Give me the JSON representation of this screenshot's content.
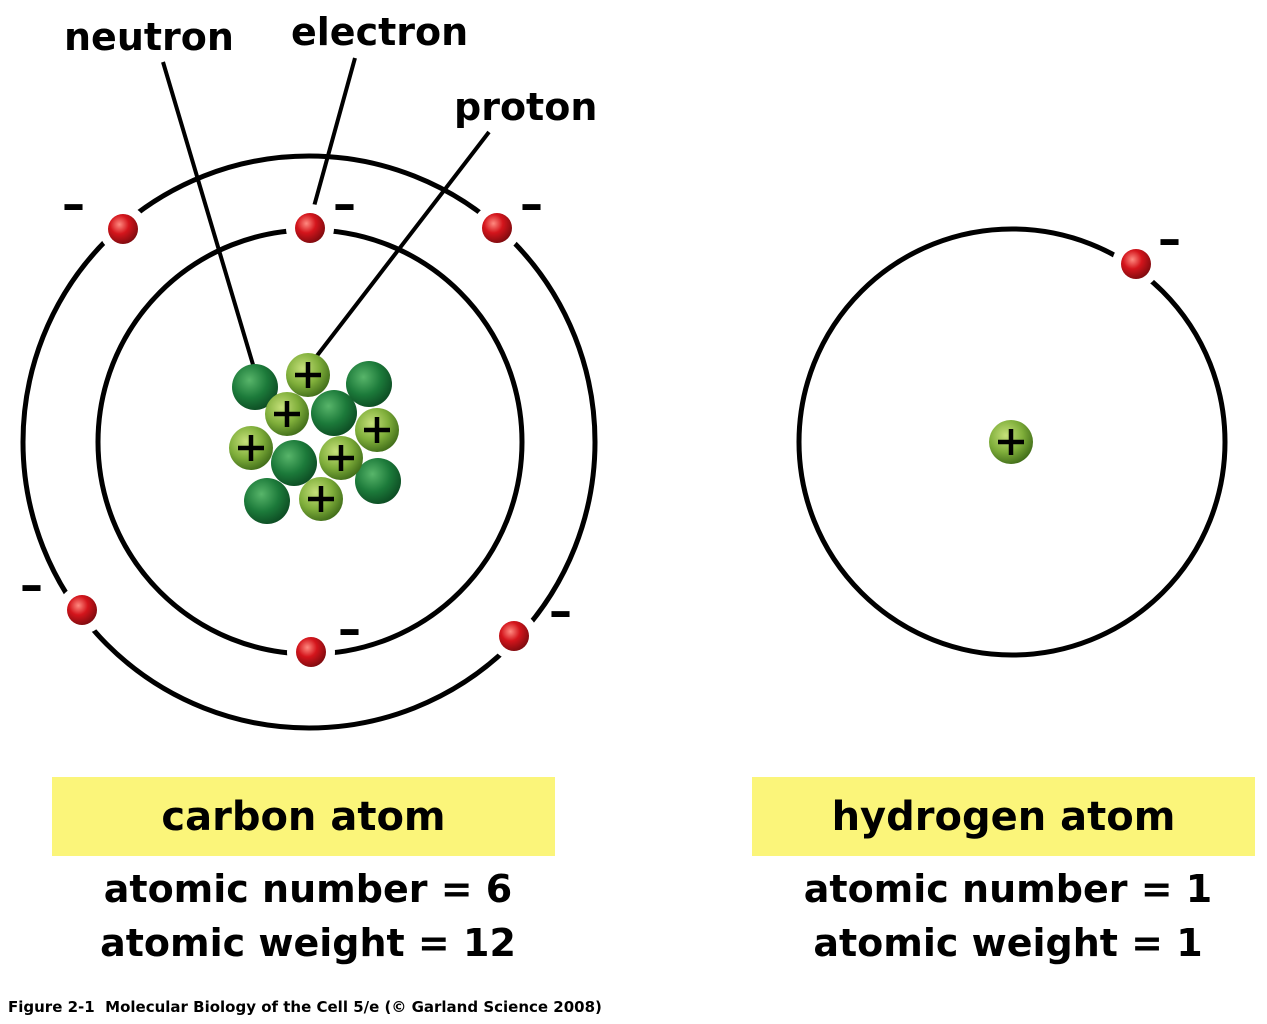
{
  "labels": {
    "neutron": "neutron",
    "electron": "electron",
    "proton": "proton"
  },
  "signs": {
    "electron": "–",
    "proton": "+"
  },
  "carbon": {
    "name": "carbon atom",
    "atomic_number": "atomic number = 6",
    "atomic_weight": "atomic weight = 12"
  },
  "hydrogen": {
    "name": "hydrogen atom",
    "atomic_number": "atomic number = 1",
    "atomic_weight": "atomic weight = 1"
  },
  "caption": "Figure 2-1  Molecular Biology of the Cell 5/e (© Garland Science 2008)",
  "colors": {
    "electron": "#c8141b",
    "proton": "#7fae3a",
    "neutron": "#1c7a3a",
    "label_box": "#fbf57a",
    "orbit": "#000000"
  }
}
